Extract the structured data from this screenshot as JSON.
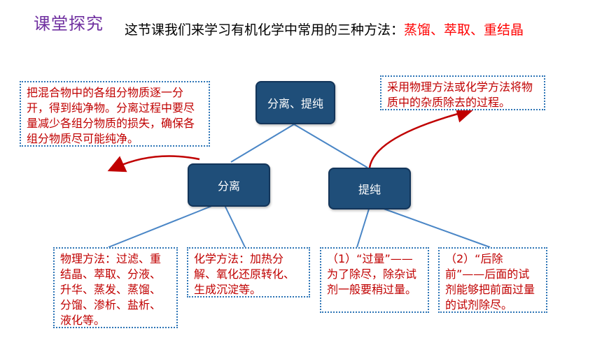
{
  "header": {
    "section_title": "课堂探究",
    "intro_text": "这节课我们来学习有机化学中常用的三种方法：",
    "methods_text": "蒸馏、萃取、重结晶"
  },
  "nodes": {
    "root": "分离、提纯",
    "separation": "分离",
    "purification": "提纯"
  },
  "notes": {
    "separation_definition": "把混合物中的各组分物质逐一分开，得到纯净物。分离过程中要尽量减少各组分物质的损失，确保各组分物质尽可能纯净。",
    "purification_definition": "采用物理方法或化学方法将物质中的杂质除去的过程。",
    "physical_methods": "物理方法：过滤、重结晶、萃取、分液、升华、蒸发、蒸馏、分馏、渗析、盐析、液化等。",
    "chemical_methods": "化学方法：加热分解、氧化还原转化、生成沉淀等。",
    "excess": "（1）“过量”——为了除尽，除杂试剂一般要稍过量。",
    "remove_later": "（2）“后除前”——后面的试剂能够把前面过量的试剂除尽。"
  },
  "colors": {
    "node_fill": "#1f4e79",
    "connector": "#4a86c6",
    "note_text": "#c00000",
    "arrow": "#c00000",
    "title": "#7030a0",
    "methods_highlight": "#ff0000"
  }
}
